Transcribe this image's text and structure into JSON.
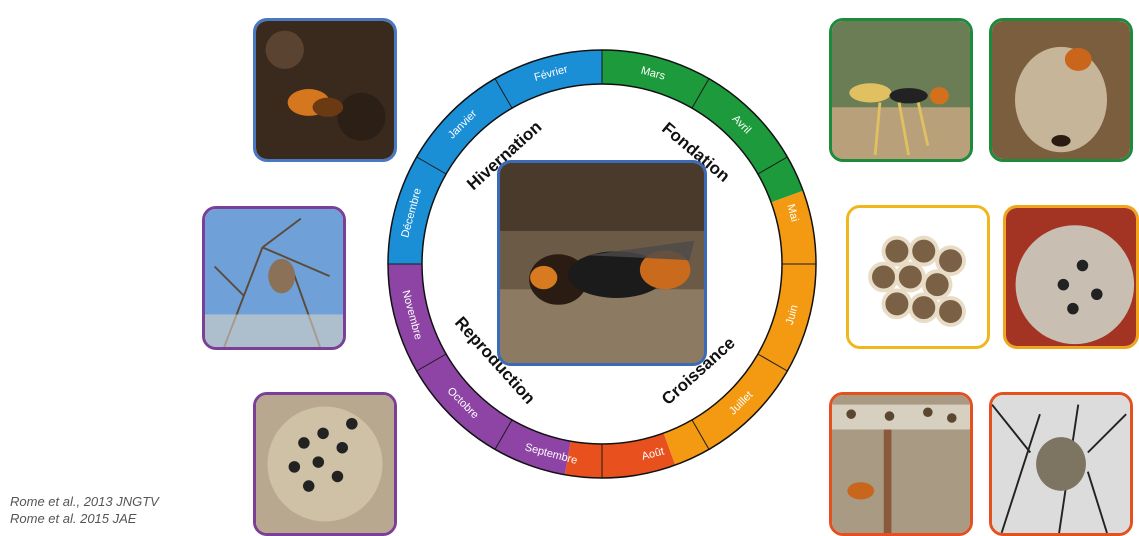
{
  "months": [
    {
      "label": "Janvier",
      "angle": -45
    },
    {
      "label": "Février",
      "angle": -15
    },
    {
      "label": "Mars",
      "angle": 15
    },
    {
      "label": "Avril",
      "angle": 45
    },
    {
      "label": "Mai",
      "angle": 75
    },
    {
      "label": "Juin",
      "angle": 105
    },
    {
      "label": "Juillet",
      "angle": 135
    },
    {
      "label": "Août",
      "angle": 165
    },
    {
      "label": "Septembre",
      "angle": 195
    },
    {
      "label": "Octobre",
      "angle": 225
    },
    {
      "label": "Novembre",
      "angle": 255
    },
    {
      "label": "Décembre",
      "angle": 285
    }
  ],
  "phases": [
    {
      "label": "Hivernation",
      "color": "#1a8fd6",
      "start": -90,
      "end": 0
    },
    {
      "label": "Fondation",
      "color": "#1c9a3c",
      "start": 0,
      "end": 70
    },
    {
      "label": "Croissance",
      "color": "#f39a12",
      "start": 70,
      "end": 160
    },
    {
      "label": "Reproduction",
      "color": "#8e44a5",
      "start": 190,
      "end": 270
    }
  ],
  "extra_segments": [
    {
      "color": "#e8501e",
      "start": 160,
      "end": 190
    }
  ],
  "phase_labels": [
    {
      "text": "Hivernation",
      "angle": -42
    },
    {
      "text": "Fondation",
      "angle": 40
    },
    {
      "text": "Croissance",
      "angle": 138
    },
    {
      "text": "Reproduction",
      "angle": 228
    }
  ],
  "references": [
    "Rome et al., 2013 JNGTV",
    "Rome et al. 2015 JAE"
  ]
}
